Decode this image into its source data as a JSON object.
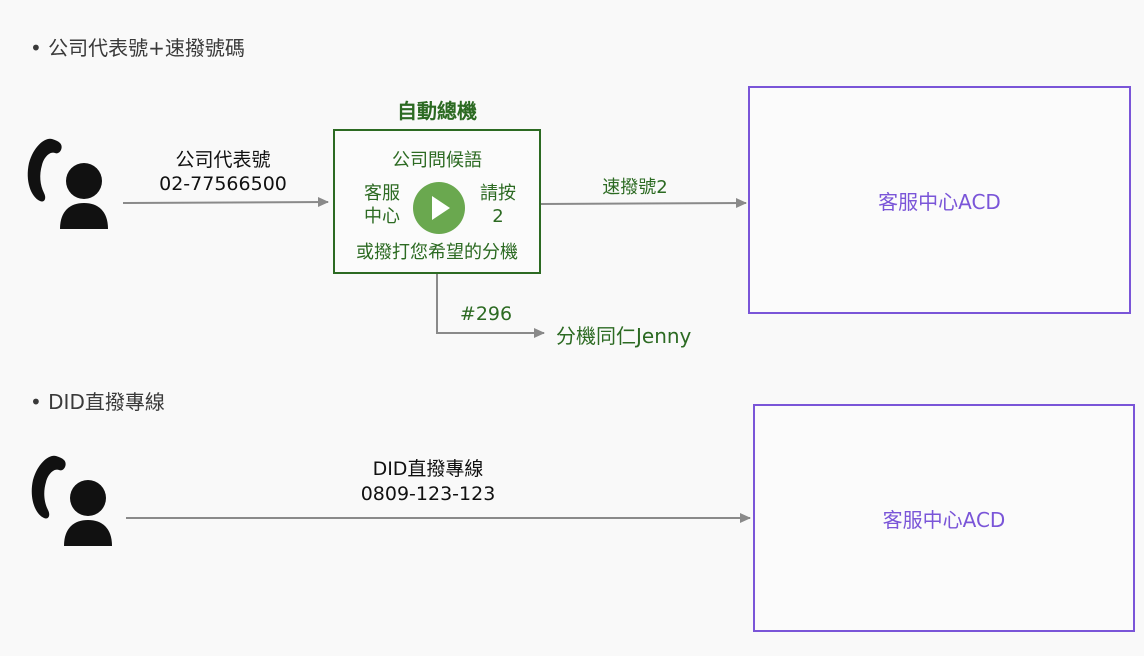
{
  "section1": {
    "heading": "• 公司代表號+速撥號碼",
    "caller_label": "公司代表號",
    "caller_number": "02-77566500",
    "ivr": {
      "title": "自動總機",
      "greeting": "公司問候語",
      "left_option_line1": "客服",
      "left_option_line2": "中心",
      "right_option_line1": "請按",
      "right_option_line2": "2",
      "bottom_text": "或撥打您希望的分機"
    },
    "speed_dial_label": "速撥號2",
    "acd_label": "客服中心ACD",
    "extension_code": "#296",
    "extension_target": "分機同仁Jenny"
  },
  "section2": {
    "heading": "• DID直撥專線",
    "caller_label": "DID直撥專線",
    "caller_number": "0809-123-123",
    "acd_label": "客服中心ACD"
  },
  "colors": {
    "green": "#2c6a22",
    "play_button": "#6aa84f",
    "purple": "#7a55d8",
    "arrow": "#8a8a8a",
    "icon": "#111111"
  },
  "icons": {
    "caller": "phone-person-icon",
    "play": "play-icon"
  }
}
